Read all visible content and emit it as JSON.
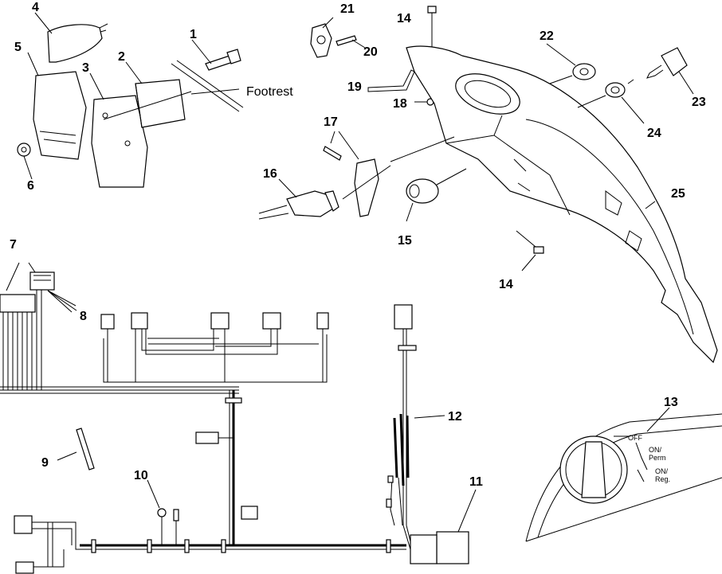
{
  "callouts": [
    {
      "id": "c1",
      "text": "1"
    },
    {
      "id": "c2",
      "text": "2"
    },
    {
      "id": "c3",
      "text": "3"
    },
    {
      "id": "c4",
      "text": "4"
    },
    {
      "id": "c5",
      "text": "5"
    },
    {
      "id": "c6",
      "text": "6"
    },
    {
      "id": "c7",
      "text": "7"
    },
    {
      "id": "c8",
      "text": "8"
    },
    {
      "id": "c9",
      "text": "9"
    },
    {
      "id": "c10",
      "text": "10"
    },
    {
      "id": "c11",
      "text": "11"
    },
    {
      "id": "c12",
      "text": "12"
    },
    {
      "id": "c13",
      "text": "13"
    },
    {
      "id": "c14a",
      "text": "14"
    },
    {
      "id": "c14b",
      "text": "14"
    },
    {
      "id": "c15",
      "text": "15"
    },
    {
      "id": "c16",
      "text": "16"
    },
    {
      "id": "c17",
      "text": "17"
    },
    {
      "id": "c18",
      "text": "18"
    },
    {
      "id": "c19",
      "text": "19"
    },
    {
      "id": "c20",
      "text": "20"
    },
    {
      "id": "c21",
      "text": "21"
    },
    {
      "id": "c22",
      "text": "22"
    },
    {
      "id": "c23",
      "text": "23"
    },
    {
      "id": "c24",
      "text": "24"
    },
    {
      "id": "c25",
      "text": "25"
    }
  ],
  "labels": {
    "footrest": "Footrest",
    "switch_off": "OFF",
    "switch_on_perm_1": "ON/",
    "switch_on_perm_2": "Perm",
    "switch_on_reg_1": "ON/",
    "switch_on_reg_2": "Reg."
  }
}
